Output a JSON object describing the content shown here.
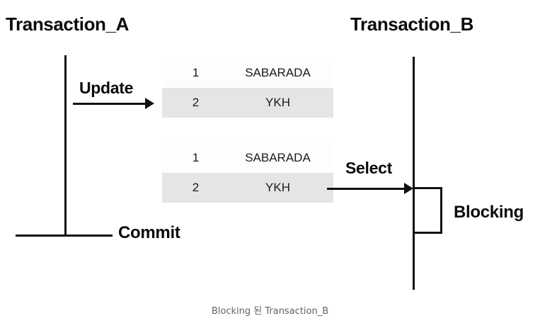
{
  "diagram": {
    "lanes": [
      {
        "id": "transaction-a",
        "title": "Transaction_A"
      },
      {
        "id": "transaction-b",
        "title": "Transaction_B"
      }
    ],
    "messages": [
      {
        "id": "update",
        "label": "Update",
        "direction": "right"
      },
      {
        "id": "select",
        "label": "Select",
        "direction": "right"
      }
    ],
    "commit": {
      "label": "Commit"
    },
    "blocking": {
      "label": "Blocking"
    },
    "tables": [
      {
        "id": "table-top",
        "rows": [
          {
            "id": "1",
            "name": "SABARADA",
            "highlighted": false
          },
          {
            "id": "2",
            "name": "YKH",
            "highlighted": true
          }
        ]
      },
      {
        "id": "table-bottom",
        "rows": [
          {
            "id": "1",
            "name": "SABARADA",
            "highlighted": false
          },
          {
            "id": "2",
            "name": "YKH",
            "highlighted": true
          }
        ]
      }
    ],
    "caption": "Blocking 된 Transaction_B",
    "colors": {
      "ink": "#111111",
      "row_highlight": "#e3e5e7",
      "row_plain": "#fdfdfd",
      "caption_text": "#5f6368",
      "background": "#ffffff"
    }
  }
}
